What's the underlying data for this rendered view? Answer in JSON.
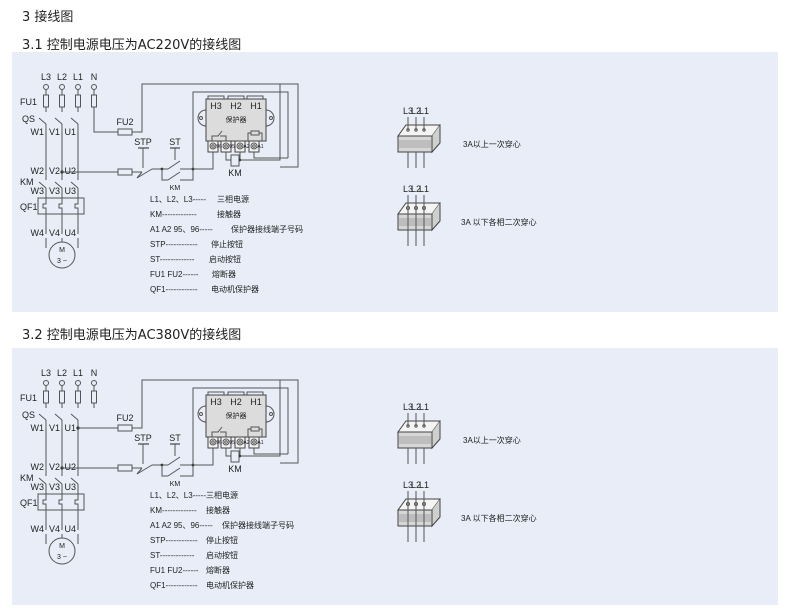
{
  "section": {
    "title": "3 接线图"
  },
  "diagrams": [
    {
      "heading": "3.1 控制电源电压为AC220V的接线图",
      "fu2_source": "N",
      "labels": {
        "phases": [
          "L3",
          "L2",
          "L1",
          "N"
        ],
        "fu1": "FU1",
        "qs": "QS",
        "qs_terms": [
          "W1",
          "V1",
          "U1"
        ],
        "km_terms_top": [
          "W2",
          "V2",
          "U2"
        ],
        "km": "KM",
        "km_terms_bottom": [
          "W3",
          "V3",
          "U3"
        ],
        "qf1": "QF1",
        "motor_terms": [
          "W4",
          "V4",
          "U4"
        ],
        "motor_m": "M",
        "motor_type": "3 ~",
        "fu2": "FU2",
        "stp": "STP",
        "st": "ST",
        "km_contact": "KM",
        "protector_h": [
          "H3",
          "H2",
          "H1"
        ],
        "protector_name": "保护器",
        "terminals": [
          "96",
          "95",
          "A2",
          "A1"
        ],
        "km_coil": "KM"
      },
      "legend": [
        {
          "key": "L1、L2、L3-----",
          "value": "三相电源"
        },
        {
          "key": "KM-------------",
          "value": "接触器"
        },
        {
          "key": "A1  A2  95、96-----",
          "value": "保护器接线端子号码"
        },
        {
          "key": "STP------------",
          "value": "停止按钮"
        },
        {
          "key": "ST-------------",
          "value": "启动按钮"
        },
        {
          "key": "FU1  FU2------",
          "value": "熔断器"
        },
        {
          "key": "QF1------------",
          "value": "电动机保护器"
        }
      ],
      "ct_options": [
        {
          "phases": [
            "L3",
            "L2",
            "L1"
          ],
          "text": "3A以上一次穿心"
        },
        {
          "phases": [
            "L3",
            "L2",
            "L1"
          ],
          "text": "3A 以下各相二次穿心"
        }
      ]
    },
    {
      "heading": "3.2 控制电源电压为AC380V的接线图",
      "fu2_source": "U1",
      "labels": {
        "phases": [
          "L3",
          "L2",
          "L1",
          "N"
        ],
        "fu1": "FU1",
        "qs": "QS",
        "qs_terms": [
          "W1",
          "V1",
          "U1"
        ],
        "km_terms_top": [
          "W2",
          "V2",
          "U2"
        ],
        "km": "KM",
        "km_terms_bottom": [
          "W3",
          "V3",
          "U3"
        ],
        "qf1": "QF1",
        "motor_terms": [
          "W4",
          "V4",
          "U4"
        ],
        "motor_m": "M",
        "motor_type": "3 ~",
        "fu2": "FU2",
        "stp": "STP",
        "st": "ST",
        "km_contact": "KM",
        "protector_h": [
          "H3",
          "H2",
          "H1"
        ],
        "protector_name": "保护器",
        "terminals": [
          "96",
          "95",
          "A2",
          "A1"
        ],
        "km_coil": "KM"
      },
      "legend": [
        {
          "key": "L1、L2、L3-----",
          "value": "三相电源"
        },
        {
          "key": "KM-------------",
          "value": "接触器"
        },
        {
          "key": "A1  A2  95、96-----",
          "value": "保护器接线端子号码"
        },
        {
          "key": "STP------------",
          "value": "停止按钮"
        },
        {
          "key": "ST-------------",
          "value": "启动按钮"
        },
        {
          "key": "FU1  FU2------",
          "value": "熔断器"
        },
        {
          "key": "QF1------------",
          "value": "电动机保护器"
        }
      ],
      "ct_options": [
        {
          "phases": [
            "L3",
            "L2",
            "L1"
          ],
          "text": "3A以上一次穿心"
        },
        {
          "phases": [
            "L3",
            "L2",
            "L1"
          ],
          "text": "3A 以下各相二次穿心"
        }
      ]
    }
  ],
  "colors": {
    "panel_bg": "#e8edf7",
    "wire": "#555555",
    "protector_fill": "#dcdcdc"
  }
}
